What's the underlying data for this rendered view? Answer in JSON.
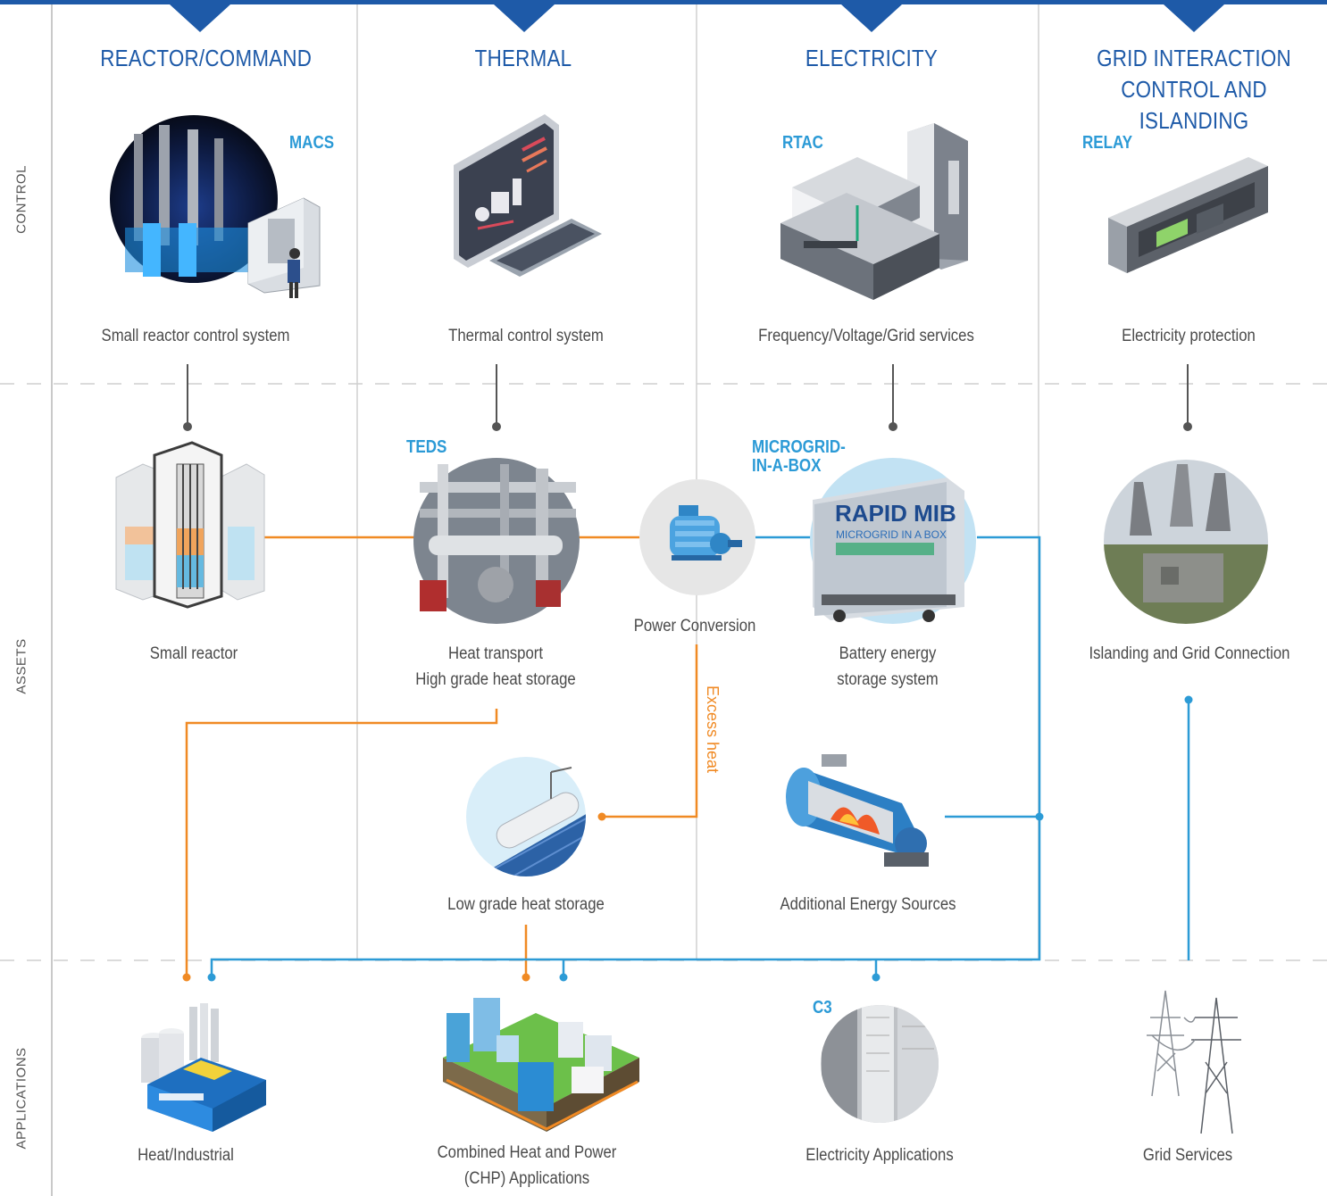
{
  "colors": {
    "header_blue": "#1e5aa8",
    "tag_blue": "#2b9ad6",
    "thermal_orange": "#f08a24",
    "electric_blue": "#2c9bd6",
    "grid_gray": "#d6d6d6",
    "connector_gray": "#555555"
  },
  "rows": {
    "control": "CONTROL",
    "assets": "ASSETS",
    "applications": "APPLICATIONS"
  },
  "columns": [
    {
      "title_line1": "REACTOR/COMMAND",
      "title_line2": ""
    },
    {
      "title_line1": "THERMAL",
      "title_line2": ""
    },
    {
      "title_line1": "ELECTRICITY",
      "title_line2": ""
    },
    {
      "title_line1": "GRID INTERACTION",
      "title_line2": "CONTROL AND ISLANDING"
    }
  ],
  "control": {
    "macs": {
      "tag": "MACS",
      "label": "Small reactor control system",
      "icon": "reactor-control-room-photo"
    },
    "thermal": {
      "label": "Thermal control system",
      "icon": "monitor-keyboard-icon"
    },
    "rtac": {
      "tag": "RTAC",
      "label": "Frequency/Voltage/Grid services",
      "icon": "server-rack-icon"
    },
    "relay": {
      "tag": "RELAY",
      "label": "Electricity protection",
      "icon": "protection-relay-icon"
    }
  },
  "assets": {
    "reactor": {
      "label": "Small reactor",
      "icon": "small-reactor-icon"
    },
    "teds": {
      "tag": "TEDS",
      "label_line1": "Heat transport",
      "label_line2": "High grade heat storage",
      "icon": "heat-transport-photo"
    },
    "power_conversion": {
      "label": "Power Conversion",
      "icon": "electric-motor-icon"
    },
    "microgrid": {
      "tag_line1": "MICROGRID-",
      "tag_line2": "IN-A-BOX",
      "label_line1": "Battery energy",
      "label_line2": "storage system",
      "photo_text_line1": "RAPID MIB",
      "photo_text_line2": "MICROGRID IN A BOX",
      "icon": "microgrid-container-photo"
    },
    "islanding": {
      "label": "Islanding and Grid Connection",
      "icon": "substation-photo"
    },
    "low_grade": {
      "label": "Low grade heat storage",
      "icon": "water-heater-tank-icon"
    },
    "additional": {
      "label": "Additional Energy Sources",
      "icon": "boiler-icon"
    },
    "excess_heat": "Excess heat"
  },
  "applications": {
    "heat_industrial": {
      "label": "Heat/Industrial",
      "icon": "factory-icon"
    },
    "chp": {
      "label_line1": "Combined Heat and Power",
      "label_line2": "(CHP) Applications",
      "icon": "city-buildings-icon"
    },
    "electricity": {
      "tag": "C3",
      "label": "Electricity Applications",
      "icon": "data-center-photo"
    },
    "grid_services": {
      "label": "Grid Services",
      "icon": "transmission-tower-icon"
    }
  }
}
